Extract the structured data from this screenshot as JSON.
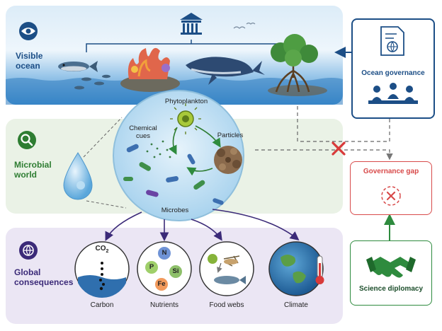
{
  "sections": {
    "visible": {
      "label_line1": "Visible",
      "label_line2": "ocean"
    },
    "microbial": {
      "label_line1": "Microbial",
      "label_line2": "world"
    },
    "global": {
      "label_line1": "Global",
      "label_line2": "consequences"
    }
  },
  "micro_labels": {
    "phytoplankton": "Phytoplankton",
    "chemical_line1": "Chemical",
    "chemical_line2": "cues",
    "particles": "Particles",
    "microbes": "Microbes"
  },
  "consequences": {
    "carbon": "Carbon",
    "nutrients": "Nutrients",
    "foodwebs": "Food webs",
    "climate": "Climate",
    "co2": "CO",
    "co2_sub": "2",
    "n": "N",
    "p": "P",
    "si": "Si",
    "fe": "Fe"
  },
  "right": {
    "governance": "Ocean governance",
    "gap": "Governance gap",
    "diplomacy": "Science diplomacy"
  },
  "colors": {
    "ocean_blue": "#1c4e86",
    "micro_green": "#2e7d32",
    "global_purple": "#3b2a78",
    "gap_red": "#d84a4a",
    "diplomacy_green": "#2e8b3e"
  },
  "icons": [
    "eye-icon",
    "institution-icon",
    "magnifier-icon",
    "water-drop-icon",
    "globe-icon",
    "document-globe-icon",
    "people-meeting-icon",
    "x-mark-icon",
    "handshake-icon",
    "thermometer-icon"
  ]
}
